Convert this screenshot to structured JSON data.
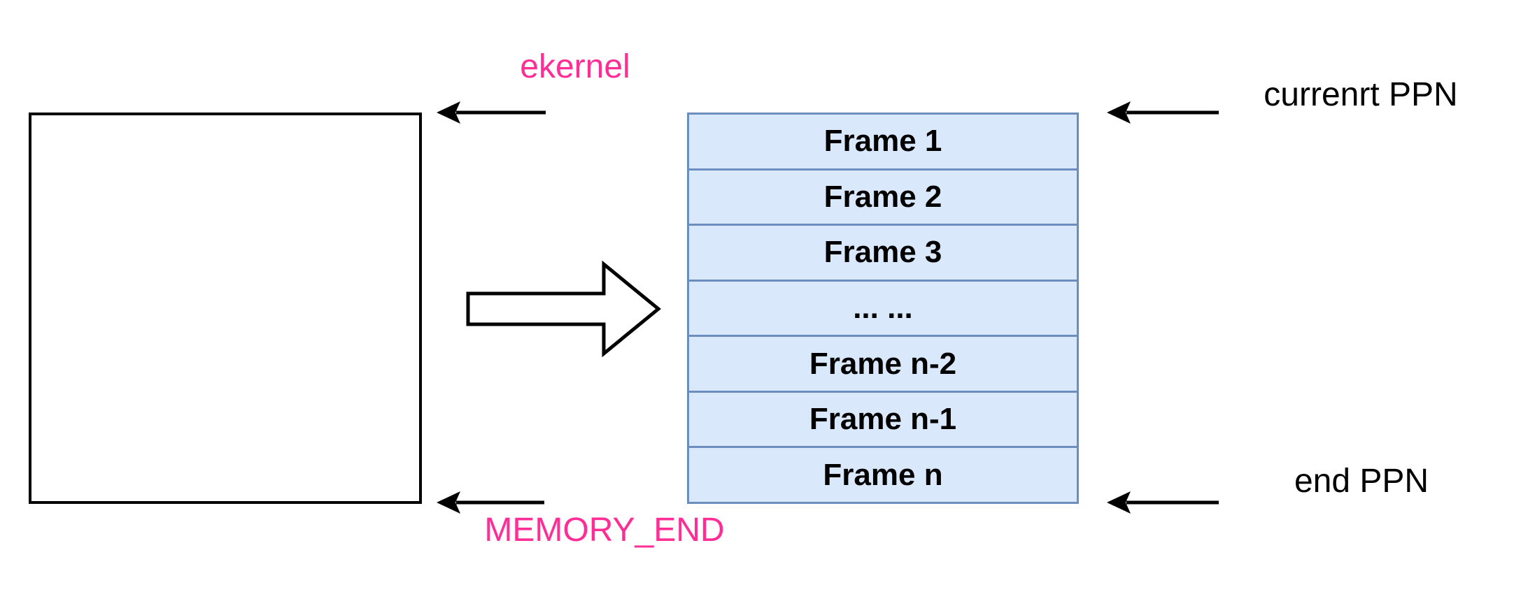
{
  "diagram": {
    "labels": {
      "ekernel": "ekernel",
      "memory_end": "MEMORY_END",
      "current_ppn": "currenrt PPN",
      "end_ppn": "end PPN"
    },
    "frames": [
      "Frame 1",
      "Frame 2",
      "Frame 3",
      "... ...",
      "Frame n-2",
      "Frame n-1",
      "Frame n"
    ],
    "colors": {
      "label_pink": "#FF2D96",
      "frame_fill": "#DAE8FC",
      "frame_border": "#6C8EBF",
      "line_black": "#000000",
      "background": "#FFFFFF"
    }
  }
}
